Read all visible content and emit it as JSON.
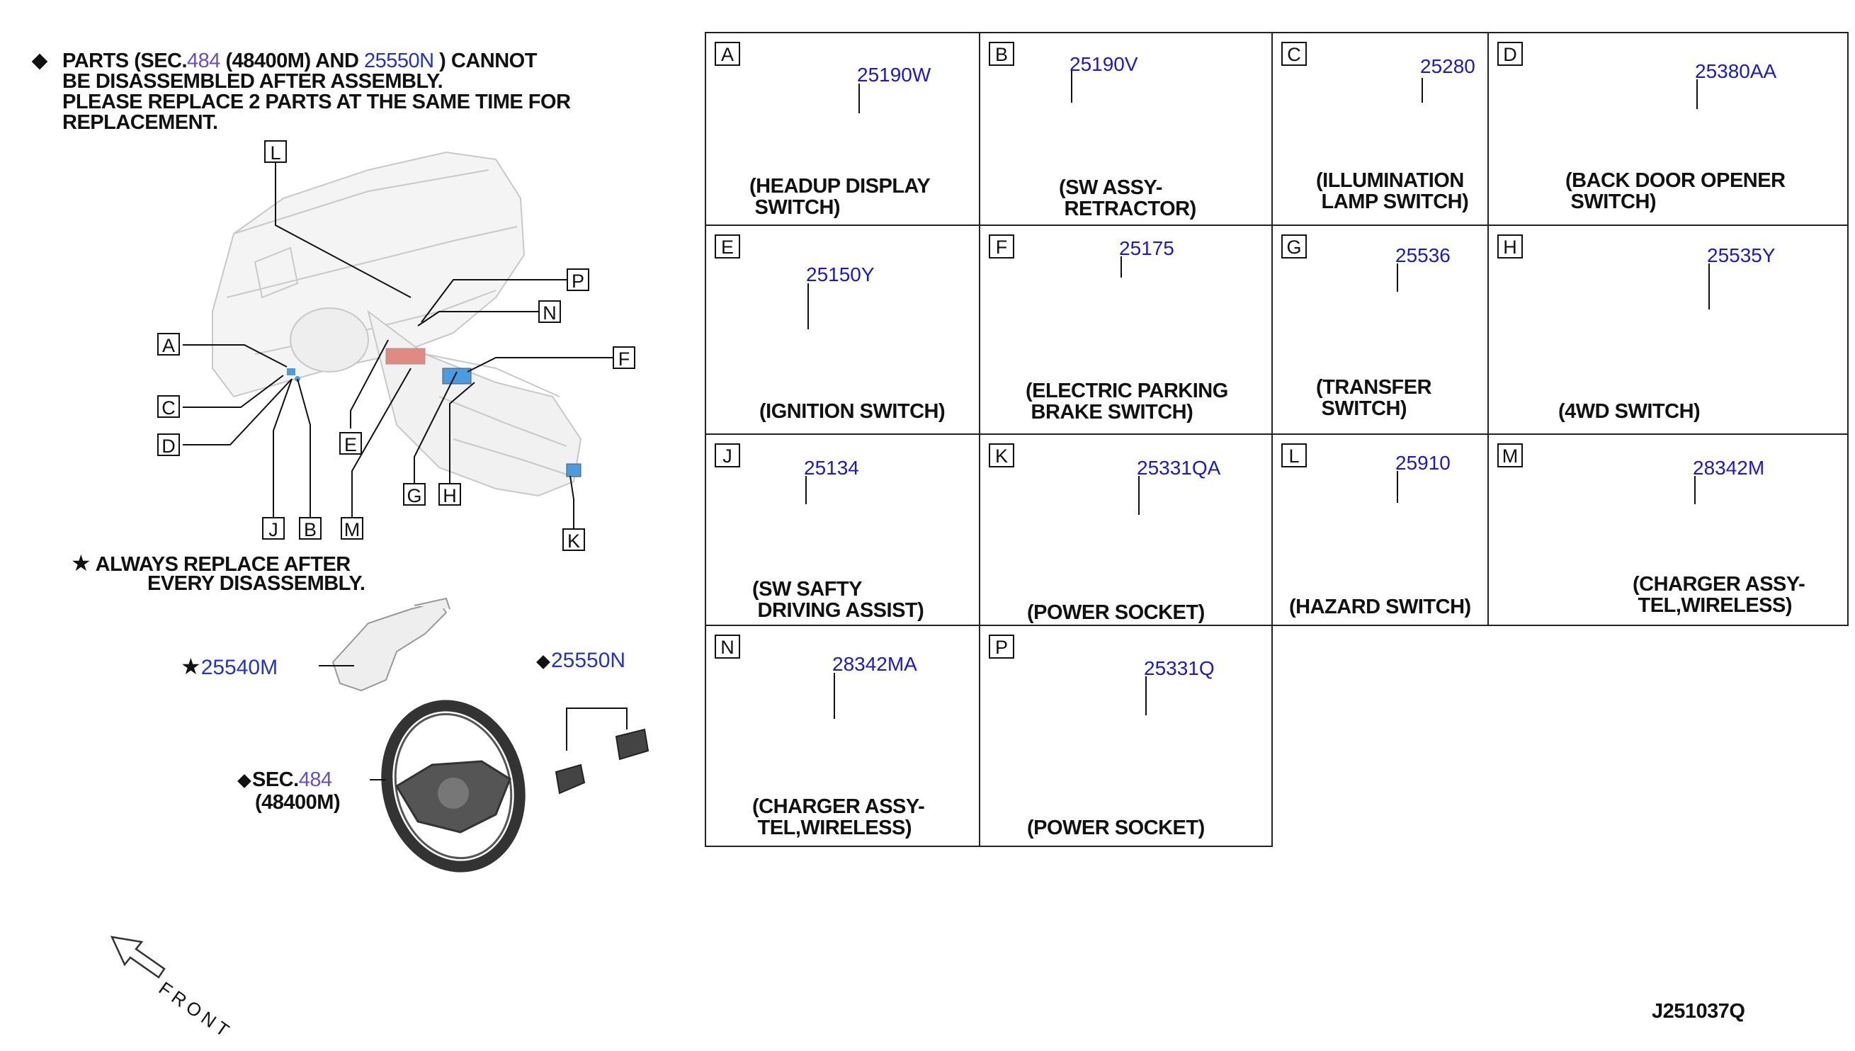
{
  "notes": {
    "parts_prefix": "PARTS (",
    "sec_label": "SEC.",
    "sec_number": "484",
    "ref_48400m": "(48400M)",
    "and": "AND",
    "part_25550n": "25550N",
    "cannot": ") CANNOT",
    "line2": "BE DISASSEMBLED AFTER ASSEMBLY.",
    "line3": "PLEASE REPLACE 2 PARTS AT THE SAME TIME FOR",
    "line4": "REPLACEMENT."
  },
  "always_replace": {
    "line1": "ALWAYS REPLACE AFTER",
    "line2": "EVERY DISASSEMBLY."
  },
  "overview_labels": [
    "A",
    "C",
    "D",
    "J",
    "B",
    "M",
    "E",
    "G",
    "H",
    "K",
    "F",
    "N",
    "P",
    "L"
  ],
  "bottom_parts": {
    "p25540m": "25540M",
    "p25550n": "25550N",
    "sec_label": "SEC.",
    "sec_number": "484",
    "ref_48400m": "(48400M)"
  },
  "front_label": "FRONT",
  "diagram_code": "J251037Q",
  "grid": [
    {
      "letter": "A",
      "part": "25190W",
      "caption": "(HEADUP DISPLAY\n SWITCH)"
    },
    {
      "letter": "B",
      "part": "25190V",
      "caption": "(SW ASSY-\n RETRACTOR)"
    },
    {
      "letter": "C",
      "part": "25280",
      "caption": "(ILLUMINATION\n LAMP SWITCH)"
    },
    {
      "letter": "D",
      "part": "25380AA",
      "caption": "(BACK DOOR OPENER\n SWITCH)"
    },
    {
      "letter": "E",
      "part": "25150Y",
      "caption": "(IGNITION SWITCH)"
    },
    {
      "letter": "F",
      "part": "25175",
      "caption": "(ELECTRIC PARKING\n BRAKE SWITCH)"
    },
    {
      "letter": "G",
      "part": "25536",
      "caption": "(TRANSFER\n SWITCH)"
    },
    {
      "letter": "H",
      "part": "25535Y",
      "caption": "(4WD SWITCH)"
    },
    {
      "letter": "J",
      "part": "25134",
      "caption": "(SW SAFTY\n DRIVING ASSIST)"
    },
    {
      "letter": "K",
      "part": "25331QA",
      "caption": "(POWER SOCKET)"
    },
    {
      "letter": "L",
      "part": "25910",
      "caption": "(HAZARD SWITCH)"
    },
    {
      "letter": "M",
      "part": "28342M",
      "caption": "(CHARGER ASSY-\n TEL,WIRELESS)"
    },
    {
      "letter": "N",
      "part": "28342MA",
      "caption": "(CHARGER ASSY-\n TEL,WIRELESS)"
    },
    {
      "letter": "P",
      "part": "25331Q",
      "caption": "(POWER SOCKET)"
    }
  ]
}
